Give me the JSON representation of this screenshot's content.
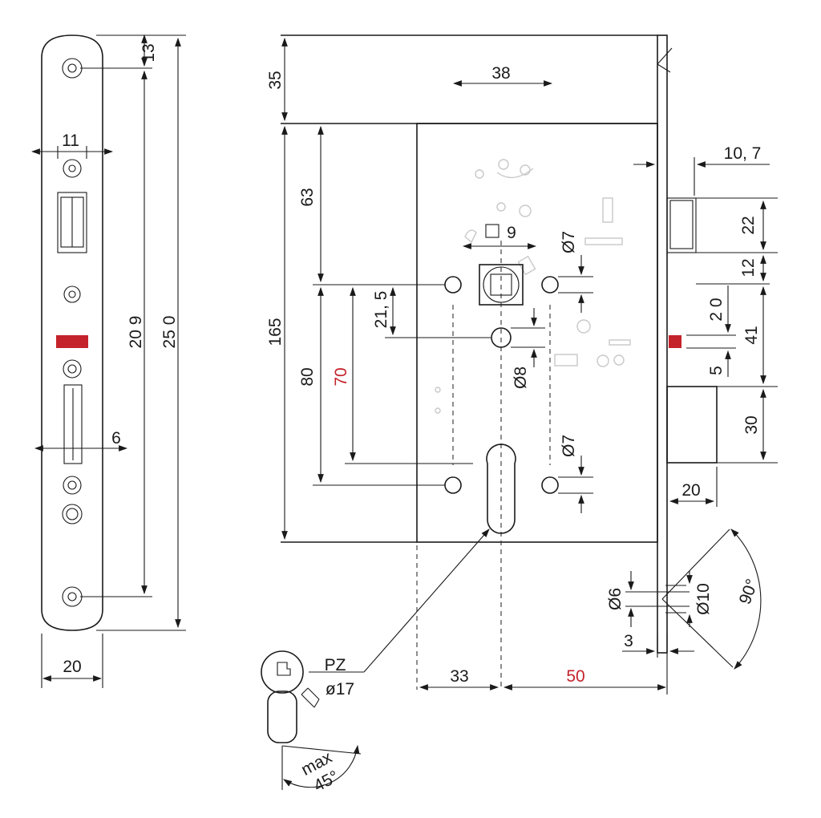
{
  "diagram": {
    "faceplate": {
      "height_label": "25 0",
      "screw_pitch_label": "20 9",
      "top_offset_label": "13",
      "bolt_width_label": "11",
      "deadbolt_label": "6",
      "width_label": "20"
    },
    "body": {
      "top_label": "35",
      "center_label": "38",
      "upper_label": "63",
      "body_height_label": "165",
      "lower_label": "80",
      "distance_label": "70",
      "spindle_offset_label": "21, 5",
      "square_label": "9",
      "hole_top_label": "Ø7",
      "hole_mid_label": "Ø8",
      "hole_bottom_label": "Ø7",
      "backset_label": "50",
      "edge_label": "33"
    },
    "side": {
      "thickness_label": "10, 7",
      "latch_height_label": "22",
      "gap_label": "12",
      "dist_41_label": "41",
      "dist_20_label": "2 0",
      "dist_5_label": "5",
      "bolt_height_label": "30",
      "bolt_throw_label": "20",
      "screw_d6_label": "Ø6",
      "screw_d10_label": "Ø10",
      "angle_label": "90°",
      "plate_label": "3"
    },
    "cylinder": {
      "type_label": "PZ",
      "diameter_label": "ø17",
      "max_label": "max",
      "angle_label": "45°"
    },
    "colors": {
      "accent": "#c4232b",
      "line": "#1a1a1a"
    }
  }
}
